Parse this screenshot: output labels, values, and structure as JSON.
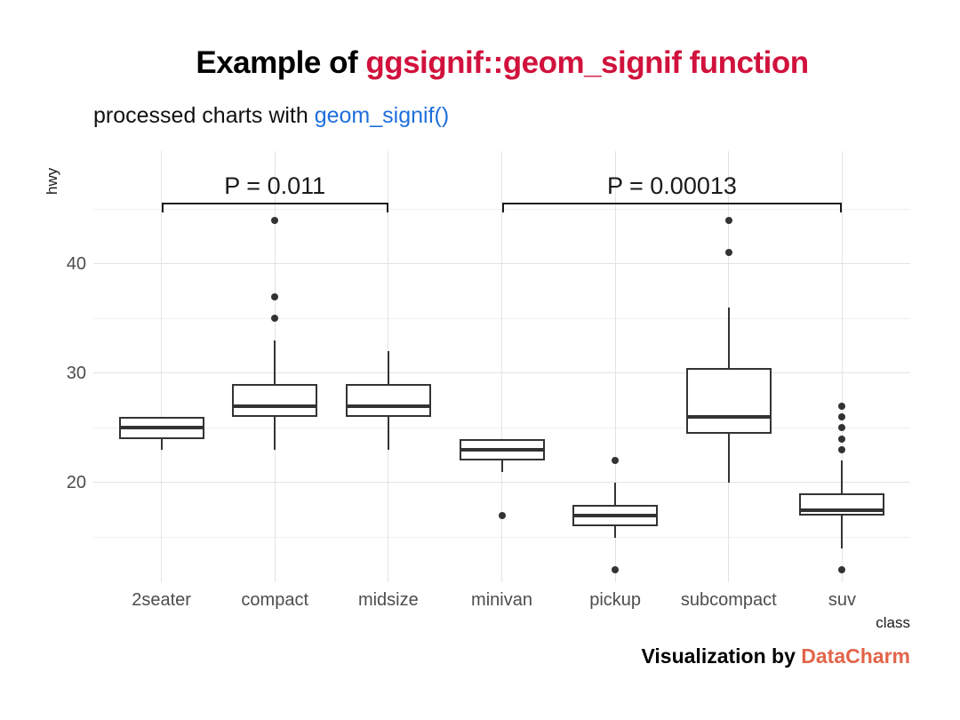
{
  "header": {
    "title_prefix": "Example of ",
    "title_highlight": "ggsignif::geom_signif function",
    "subtitle_prefix": "processed charts with ",
    "subtitle_code": "geom_signif()"
  },
  "caption": {
    "prefix": "Visualization by ",
    "brand": "DataCharm"
  },
  "colors": {
    "title_highlight": "#D0123C",
    "subtitle_code": "#1E6FDC",
    "brand": "#E2654A",
    "box_stroke": "#333333",
    "axis_text": "#4D4D4D",
    "grid_major": "#E3E3E3",
    "grid_minor": "#EFEFEF",
    "bracket": "#1A1A1A"
  },
  "chart_data": {
    "type": "boxplot",
    "xlabel": "class",
    "ylabel": "hwy",
    "categories": [
      "2seater",
      "compact",
      "midsize",
      "minivan",
      "pickup",
      "subcompact",
      "suv"
    ],
    "y_ticks": [
      20,
      30,
      40
    ],
    "y_minor_ticks": [
      15,
      25,
      35,
      45
    ],
    "ylim": [
      10.9,
      50.3
    ],
    "grid": "major+minor",
    "legend": false,
    "boxes": [
      {
        "category": "2seater",
        "whisker_low": 23,
        "q1": 24,
        "median": 25,
        "q3": 26,
        "whisker_high": 26,
        "outliers": []
      },
      {
        "category": "compact",
        "whisker_low": 23,
        "q1": 26,
        "median": 27,
        "q3": 29,
        "whisker_high": 33,
        "outliers": [
          35,
          37,
          44
        ]
      },
      {
        "category": "midsize",
        "whisker_low": 23,
        "q1": 26,
        "median": 27,
        "q3": 29,
        "whisker_high": 32,
        "outliers": []
      },
      {
        "category": "minivan",
        "whisker_low": 21,
        "q1": 22,
        "median": 23,
        "q3": 24,
        "whisker_high": 24,
        "outliers": [
          17
        ]
      },
      {
        "category": "pickup",
        "whisker_low": 15,
        "q1": 16,
        "median": 17,
        "q3": 18,
        "whisker_high": 20,
        "outliers": [
          12,
          22
        ]
      },
      {
        "category": "subcompact",
        "whisker_low": 20,
        "q1": 24.5,
        "median": 26,
        "q3": 30.5,
        "whisker_high": 36,
        "outliers": [
          41,
          44
        ]
      },
      {
        "category": "suv",
        "whisker_low": 14,
        "q1": 17,
        "median": 17.5,
        "q3": 19,
        "whisker_high": 22,
        "outliers": [
          12,
          23,
          24,
          25,
          26,
          27
        ]
      }
    ],
    "significance_brackets": [
      {
        "label": "P = 0.011",
        "from": "2seater",
        "to": "midsize",
        "y_value": 45.6
      },
      {
        "label": "P = 0.00013",
        "from": "minivan",
        "to": "suv",
        "y_value": 45.6
      }
    ]
  }
}
